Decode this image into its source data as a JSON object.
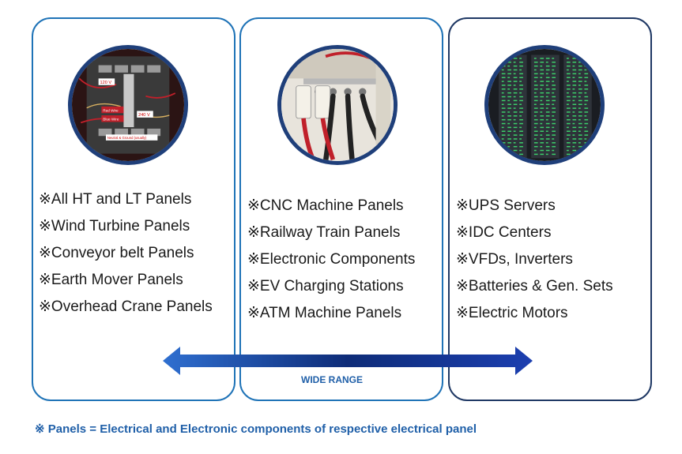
{
  "columns": [
    {
      "image": "electrical-panel-breakers-photo",
      "photo_labels": [
        "120 V",
        "Red Wire",
        "Blue Wire",
        "240 V",
        "Neutral & Ground (usually)"
      ],
      "items": [
        "※All HT and LT  Panels",
        "※Wind Turbine Panels",
        "※Conveyor belt Panels",
        "※Earth Mover Panels",
        "※Overhead Crane Panels"
      ]
    },
    {
      "image": "busbar-cables-photo",
      "items": [
        "※CNC Machine Panels",
        "※Railway Train Panels",
        "※Electronic Components",
        "※EV Charging Stations",
        "※ATM Machine  Panels"
      ]
    },
    {
      "image": "server-rack-photo",
      "items": [
        "※UPS Servers",
        "※IDC Centers",
        "※VFDs, Inverters",
        "※Batteries & Gen. Sets",
        "※Electric Motors"
      ]
    }
  ],
  "arrow": {
    "label": "WIDE RANGE",
    "icon": "double-headed-arrow-icon"
  },
  "footnote": "※ Panels = Electrical and Electronic components of respective electrical panel",
  "colors": {
    "card_border": "#1f73b7",
    "card_border_dark": "#1f3864",
    "accent_text": "#1f5fa8"
  }
}
